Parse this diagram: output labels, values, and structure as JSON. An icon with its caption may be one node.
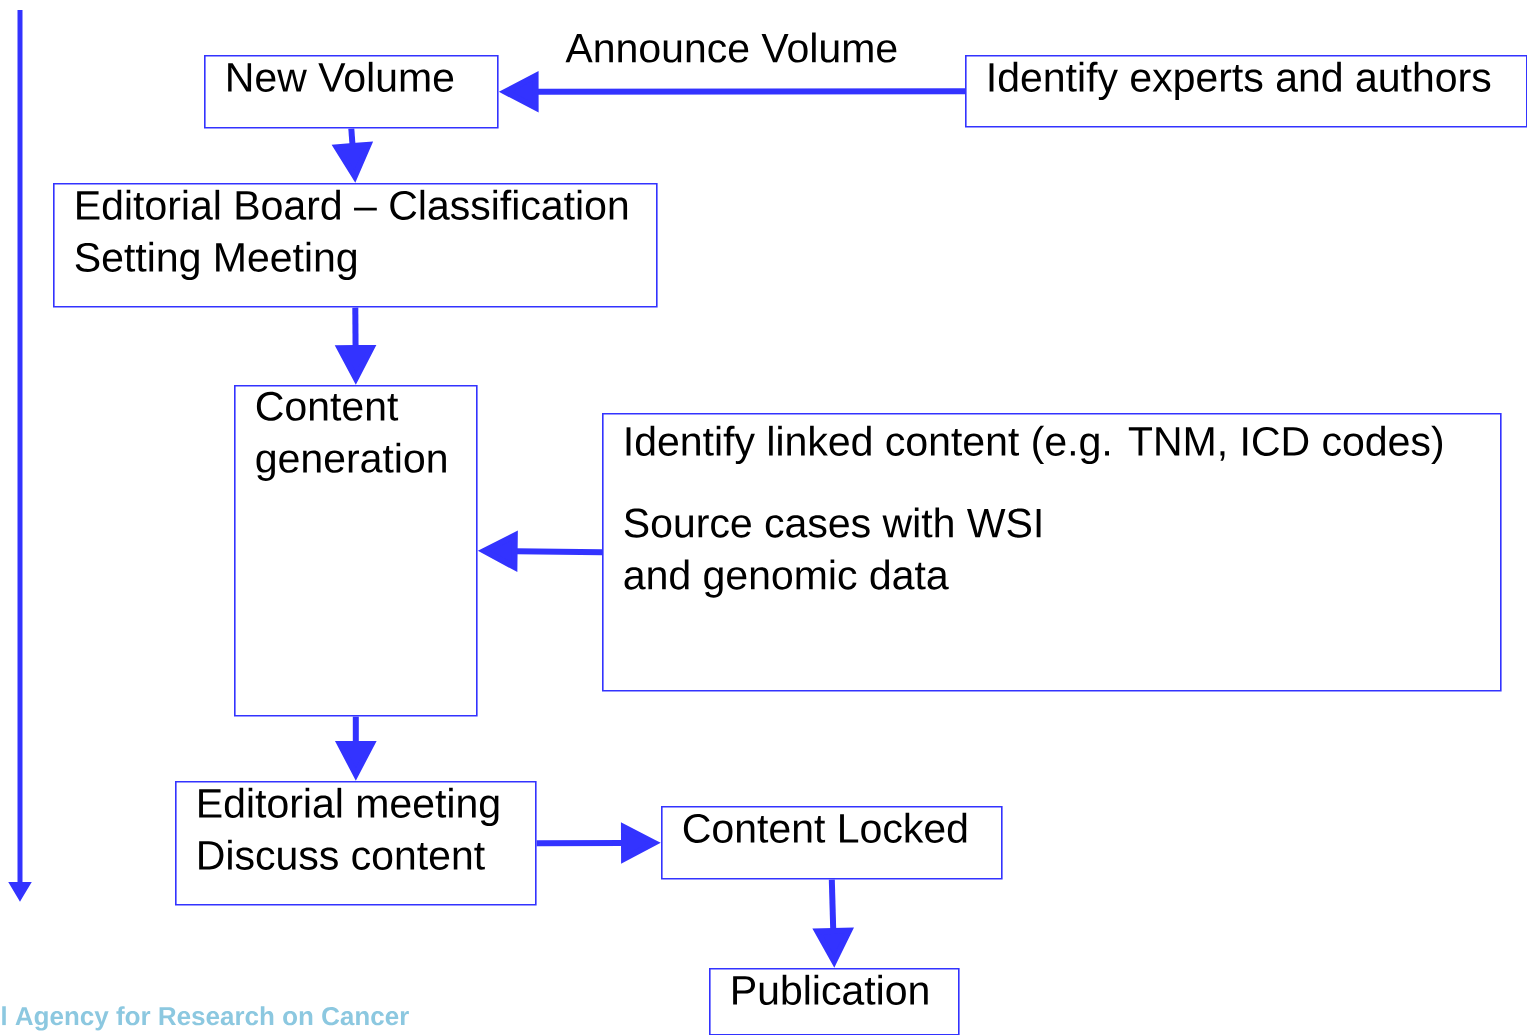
{
  "diagram": {
    "nodes": [
      {
        "text": [
          "New Volume"
        ]
      },
      {
        "text": [
          "Identify experts and authors"
        ]
      },
      {
        "text": [
          "Editorial Board – Classification Setting Meeting"
        ]
      },
      {
        "text": [
          "Content generation"
        ]
      },
      {
        "text": [
          "Identify linked content (e.g. TNM, ICD codes)",
          "Source cases with WSI and genomic data"
        ]
      },
      {
        "text": [
          "Editorial meeting",
          "Discuss content"
        ]
      },
      {
        "text": [
          "Content Locked"
        ]
      },
      {
        "text": [
          "Publication"
        ]
      }
    ],
    "edges": [
      {
        "from": 1,
        "to": 0,
        "arrow": "to",
        "label": "Announce Volume"
      },
      {
        "from": 0,
        "to": 2,
        "arrow": "to"
      },
      {
        "from": 2,
        "to": 3,
        "arrow": "to"
      },
      {
        "from": 4,
        "to": 3,
        "arrow": "to"
      },
      {
        "from": 3,
        "to": 5,
        "arrow": "to"
      },
      {
        "from": 5,
        "to": 6,
        "arrow": "to"
      },
      {
        "from": 6,
        "to": 7,
        "arrow": "to"
      }
    ],
    "labels": [
      "l Agency for Research on Cancer"
    ]
  }
}
